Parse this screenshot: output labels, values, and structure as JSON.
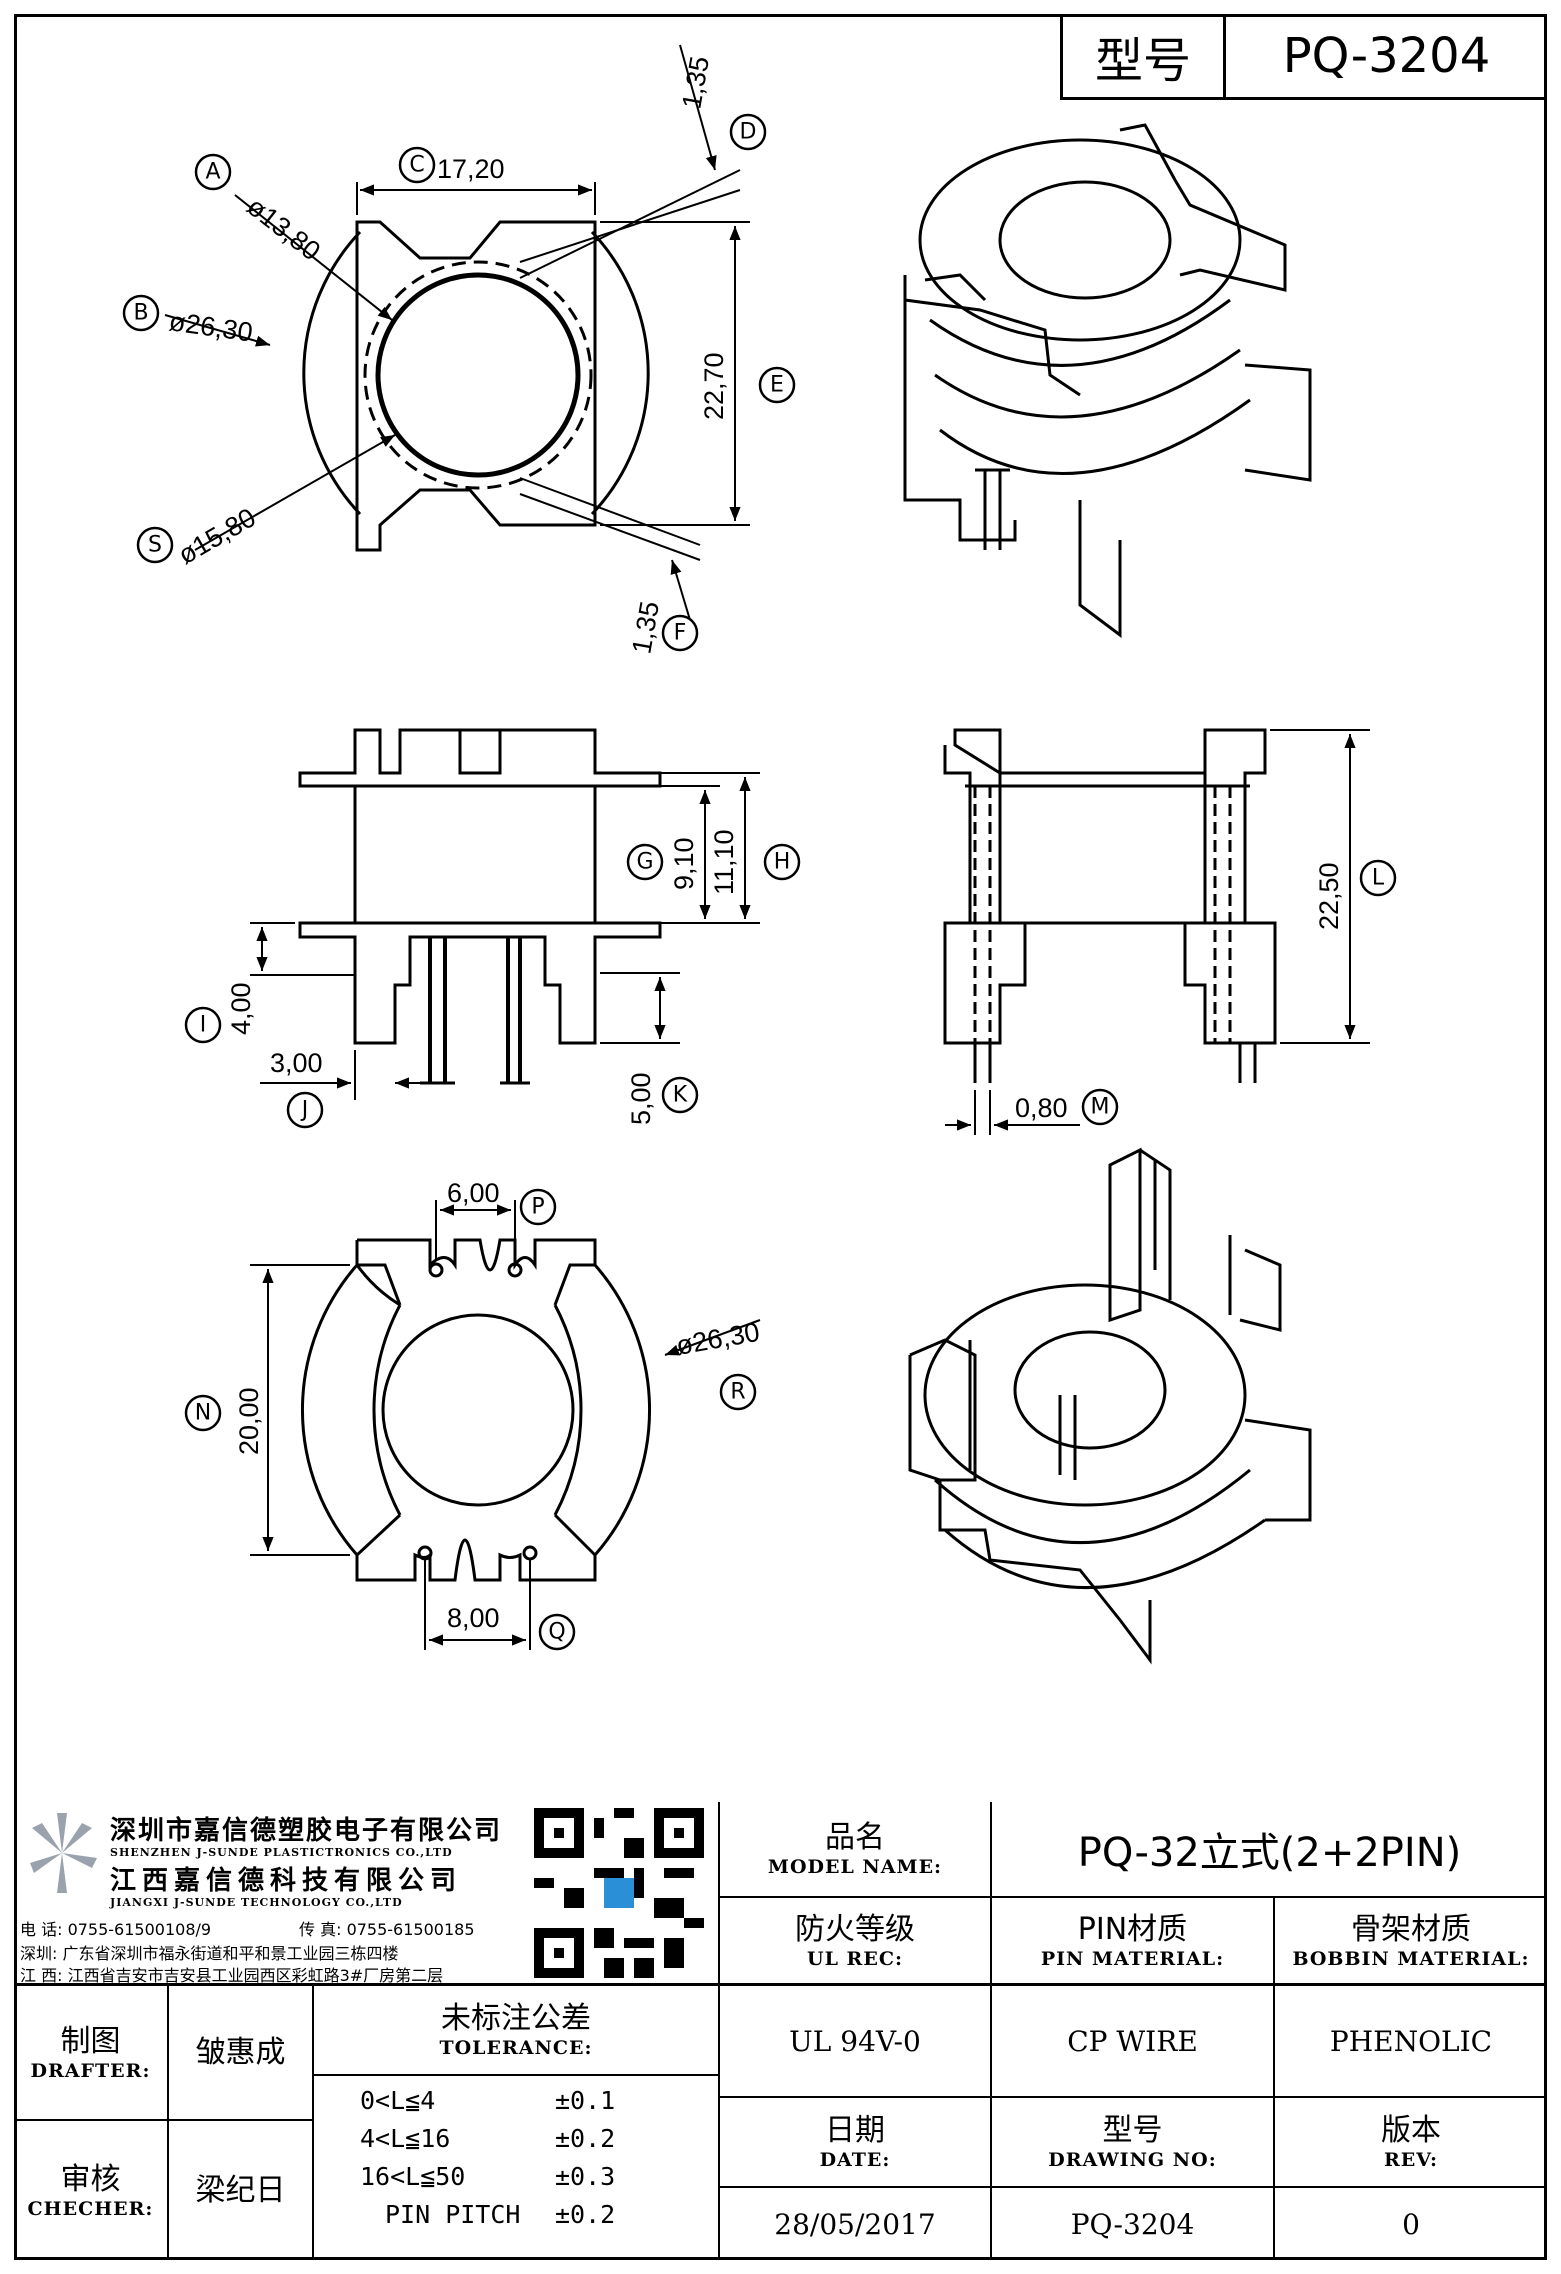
{
  "header": {
    "model_label": "型号",
    "model_value": "PQ-3204"
  },
  "callouts": {
    "A": "A",
    "B": "B",
    "C": "C",
    "D": "D",
    "E": "E",
    "F": "F",
    "G": "G",
    "H": "H",
    "I": "I",
    "J": "J",
    "K": "K",
    "L": "L",
    "M": "M",
    "N": "N",
    "P": "P",
    "Q": "Q",
    "R": "R",
    "S": "S"
  },
  "dimensions": {
    "A": "ø13,80",
    "B": "ø26,30",
    "C": "17,20",
    "D": "1,35",
    "E": "22,70",
    "F": "1,35",
    "S": "ø15,80",
    "G": "9,10",
    "H": "11,10",
    "I": "4,00",
    "J": "3,00",
    "K": "5,00",
    "L": "22,50",
    "M": "0,80",
    "P": "6,00",
    "N": "20,00",
    "R": "ø26,30",
    "Q": "8,00"
  },
  "company": {
    "name_cn_1": "深圳市嘉信德塑胶电子有限公司",
    "name_en_1": "SHENZHEN J-SUNDE PLASTICTRONICS CO.,LTD",
    "name_cn_2": "江西嘉信德科技有限公司",
    "name_en_2": "JIANGXI J-SUNDE TECHNOLOGY CO.,LTD",
    "phone": "电 话: 0755-61500108/9",
    "fax": "传 真: 0755-61500185",
    "addr_sz": "深圳: 广东省深圳市福永街道和平和景工业园三栋四楼",
    "addr_jx": "江 西: 江西省吉安市吉安县工业园西区彩虹路3#厂房第二层"
  },
  "title_block": {
    "model_name_cn": "品名",
    "model_name_en": "MODEL NAME:",
    "model_name_value": "PQ-32立式(2+2PIN)",
    "ul_cn": "防火等级",
    "ul_en": "UL REC:",
    "ul_value": "UL 94V-0",
    "pin_cn": "PIN材质",
    "pin_en": "PIN MATERIAL:",
    "pin_value": "CP WIRE",
    "bobbin_cn": "骨架材质",
    "bobbin_en": "BOBBIN MATERIAL:",
    "bobbin_value": "PHENOLIC",
    "drafter_cn": "制图",
    "drafter_en": "DRAFTER:",
    "drafter_value": "皱惠成",
    "checker_cn": "审核",
    "checker_en": "CHECHER:",
    "checker_value": "梁纪日",
    "tolerance_cn": "未标注公差",
    "tolerance_en": "TOLERANCE:",
    "tolerance_rows": [
      {
        "range": "0<L≦4",
        "tol": "±0.1"
      },
      {
        "range": "4<L≦16",
        "tol": "±0.2"
      },
      {
        "range": "16<L≦50",
        "tol": "±0.3"
      },
      {
        "range": "PIN PITCH",
        "tol": "±0.2"
      }
    ],
    "date_cn": "日期",
    "date_en": "DATE:",
    "date_value": "28/05/2017",
    "drawing_cn": "型号",
    "drawing_en": "DRAWING NO:",
    "drawing_value": "PQ-3204",
    "rev_cn": "版本",
    "rev_en": "REV:",
    "rev_value": "0"
  }
}
